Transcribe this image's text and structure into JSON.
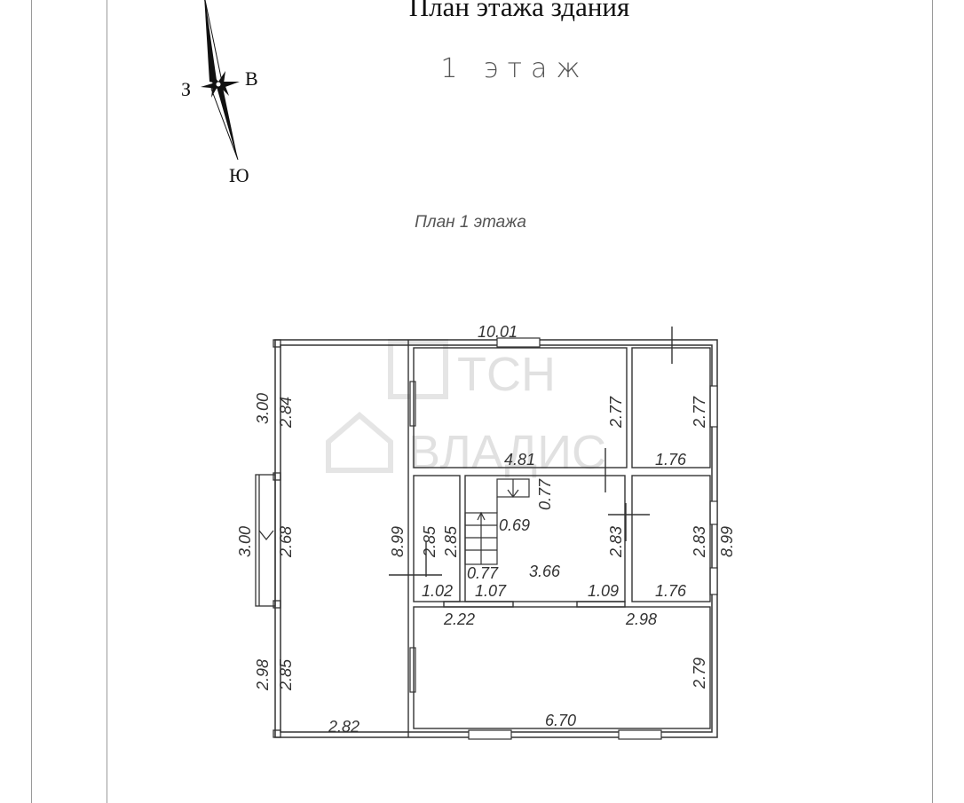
{
  "header": {
    "title": "План этажа здания",
    "floor": "1 этаж",
    "plan_caption": "План 1 этажа"
  },
  "compass": {
    "west": "З",
    "east": "В",
    "south": "Ю"
  },
  "watermark": {
    "line1": "ТСН",
    "line2": "ВЛАДИС"
  },
  "dimensions": {
    "top_total": "10.01",
    "left_outer_top": "3.00",
    "left_inner_top": "2.84",
    "left_outer_mid": "3.00",
    "left_inner_mid": "2.68",
    "left_outer_bot": "2.98",
    "left_inner_bot": "2.85",
    "terrace_width": "2.82",
    "hall_height": "8.99",
    "right_total": "8.99",
    "room_top_height": "2.77",
    "room_top_width": "4.81",
    "room_tr_height": "2.77",
    "room_tr_width": "1.76",
    "closet_h1": "2.85",
    "closet_h2": "2.85",
    "closet_w": "1.02",
    "stair_w": "1.07",
    "stair_top": "0.77",
    "stair_step": "0.69",
    "stair_landing": "0.77",
    "center_width": "3.66",
    "corridor_h": "2.83",
    "corridor_w": "1.09",
    "room_mr_height": "2.83",
    "room_mr_width": "1.76",
    "opening_left": "2.22",
    "opening_right": "2.98",
    "bottom_room_height": "2.79",
    "bottom_room_width": "6.70"
  }
}
